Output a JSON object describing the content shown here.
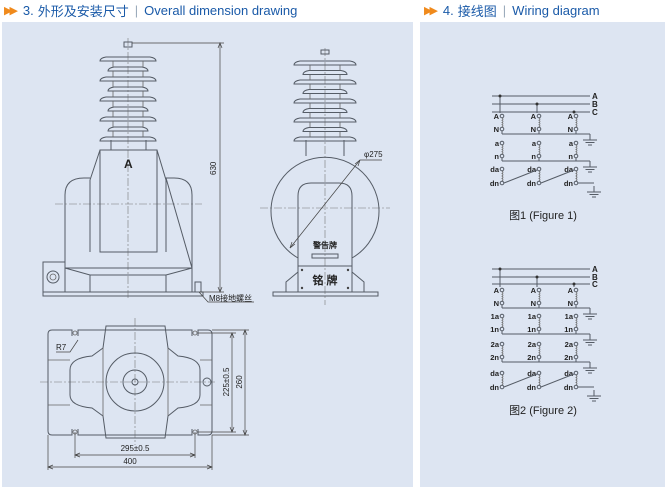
{
  "header": {
    "section3": {
      "number": "3.",
      "title_cn": "外形及安装尺寸",
      "title_en": "Overall dimension drawing"
    },
    "section4": {
      "number": "4.",
      "title_cn": "接线图",
      "title_en": "Wiring diagram"
    }
  },
  "drawing": {
    "front_label": "A",
    "height_dim": "630",
    "ground_bolt": "M8接地螺丝",
    "diameter_dim": "φ275",
    "warning_plate": "警告牌",
    "nameplate": "铭 牌",
    "radius_dim": "R7",
    "hole_spacing_x": "295±0.5",
    "overall_width": "400",
    "hole_spacing_y": "225±0.5",
    "overall_depth": "260"
  },
  "wiring": {
    "bus_labels": [
      "A",
      "B",
      "C"
    ],
    "figure1": {
      "caption": "图1 (Figure 1)",
      "terminals": [
        "A",
        "N",
        "a",
        "n",
        "da",
        "dn"
      ]
    },
    "figure2": {
      "caption": "图2 (Figure 2)",
      "terminals": [
        "A",
        "N",
        "1a",
        "1n",
        "2a",
        "2n",
        "da",
        "dn"
      ]
    }
  },
  "colors": {
    "accent": "#f08a1c",
    "heading": "#1a5aa8",
    "panel": "#dde5f2"
  }
}
